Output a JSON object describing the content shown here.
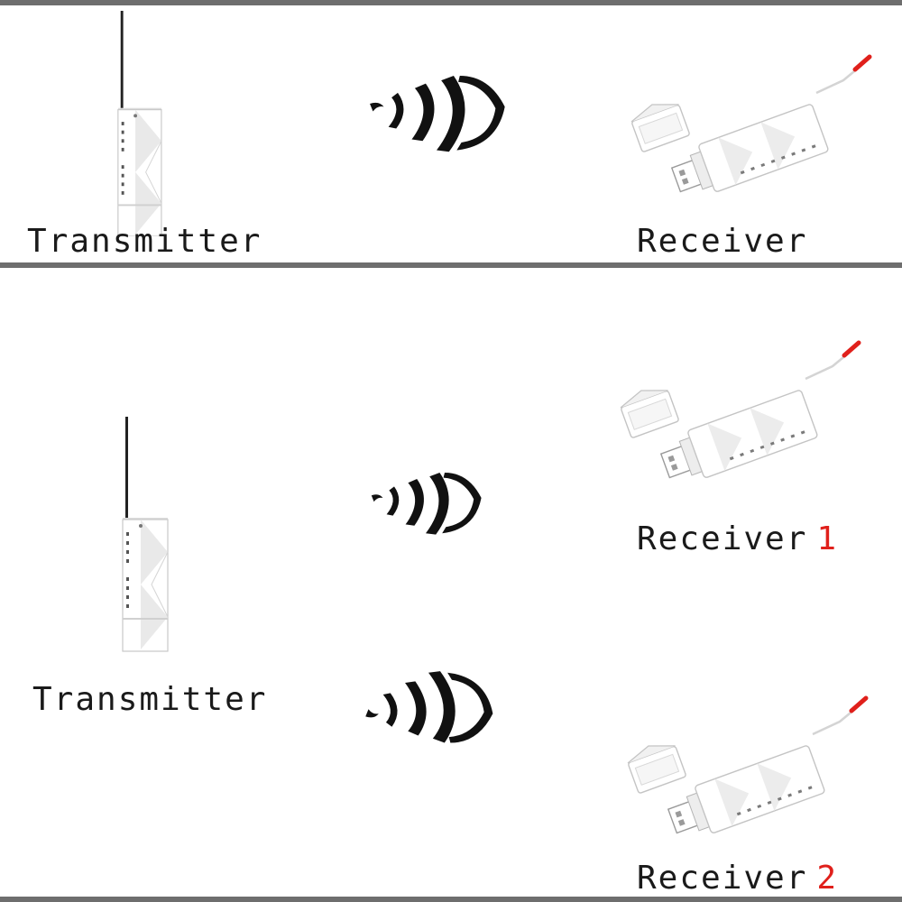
{
  "top_panel": {
    "transmitter_label": "Transmitter",
    "receiver_label": "Receiver"
  },
  "bottom_panel": {
    "transmitter_label": "Transmitter",
    "receivers": [
      {
        "label": "Receiver",
        "number": "1"
      },
      {
        "label": "Receiver",
        "number": "2"
      }
    ]
  },
  "colors": {
    "divider": "#6e6e6e",
    "receiver_number": "#e0201b",
    "antenna_tip": "#e0201b",
    "signal_waves": "#111111"
  },
  "icons": [
    "transmitter-icon",
    "receiver-icon",
    "signal-waves-icon"
  ]
}
